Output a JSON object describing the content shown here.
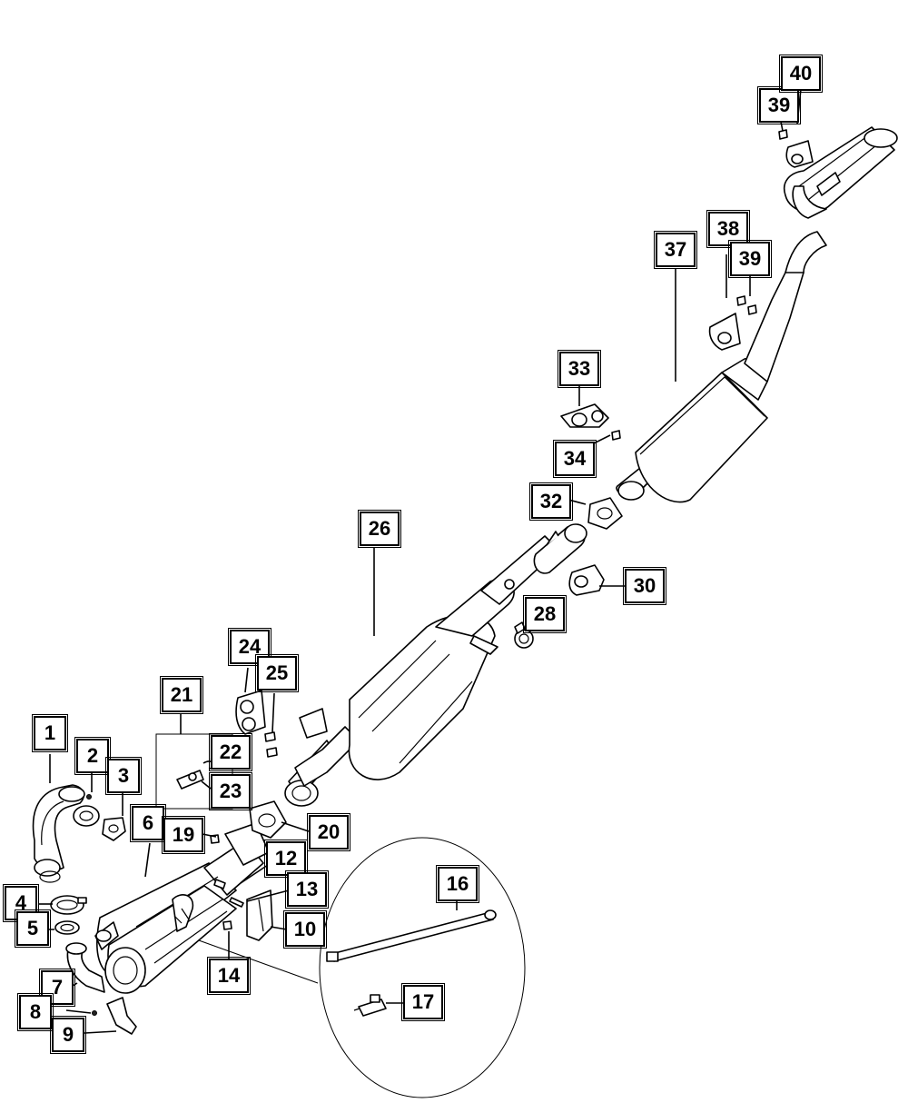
{
  "diagram": {
    "callouts": [
      {
        "id": "c1",
        "label": "1"
      },
      {
        "id": "c2",
        "label": "2"
      },
      {
        "id": "c3",
        "label": "3"
      },
      {
        "id": "c4",
        "label": "4"
      },
      {
        "id": "c5",
        "label": "5"
      },
      {
        "id": "c6",
        "label": "6"
      },
      {
        "id": "c7",
        "label": "7"
      },
      {
        "id": "c8",
        "label": "8"
      },
      {
        "id": "c9",
        "label": "9"
      },
      {
        "id": "c10",
        "label": "10"
      },
      {
        "id": "c12",
        "label": "12"
      },
      {
        "id": "c13",
        "label": "13"
      },
      {
        "id": "c14",
        "label": "14"
      },
      {
        "id": "c16",
        "label": "16"
      },
      {
        "id": "c17",
        "label": "17"
      },
      {
        "id": "c19",
        "label": "19"
      },
      {
        "id": "c20",
        "label": "20"
      },
      {
        "id": "c21",
        "label": "21"
      },
      {
        "id": "c22",
        "label": "22"
      },
      {
        "id": "c23",
        "label": "23"
      },
      {
        "id": "c24",
        "label": "24"
      },
      {
        "id": "c25",
        "label": "25"
      },
      {
        "id": "c26",
        "label": "26"
      },
      {
        "id": "c28",
        "label": "28"
      },
      {
        "id": "c30",
        "label": "30"
      },
      {
        "id": "c32",
        "label": "32"
      },
      {
        "id": "c33",
        "label": "33"
      },
      {
        "id": "c34",
        "label": "34"
      },
      {
        "id": "c37",
        "label": "37"
      },
      {
        "id": "c38",
        "label": "38"
      },
      {
        "id": "c39a",
        "label": "39"
      },
      {
        "id": "c39b",
        "label": "39"
      },
      {
        "id": "c40",
        "label": "40"
      }
    ]
  }
}
